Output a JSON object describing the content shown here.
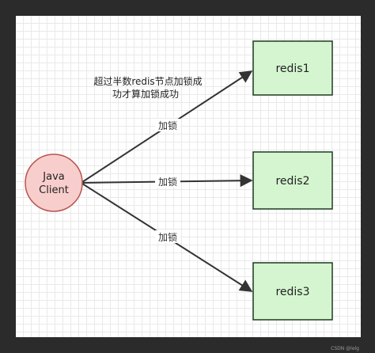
{
  "client": {
    "line1": "Java",
    "line2": "Client"
  },
  "nodes": {
    "redis1": "redis1",
    "redis2": "redis2",
    "redis3": "redis3"
  },
  "edges": {
    "lock_top": "加锁",
    "lock_mid": "加锁",
    "lock_bottom": "加锁"
  },
  "annotation": {
    "line1": "超过半数redis节点加锁成",
    "line2": "功才算加锁成功"
  },
  "watermark": "CSDN @lelg",
  "colors": {
    "client_fill": "#f8cecc",
    "client_stroke": "#b85450",
    "node_fill": "#d5f5d0",
    "node_stroke": "#1f3a1f",
    "edge": "#333333"
  }
}
